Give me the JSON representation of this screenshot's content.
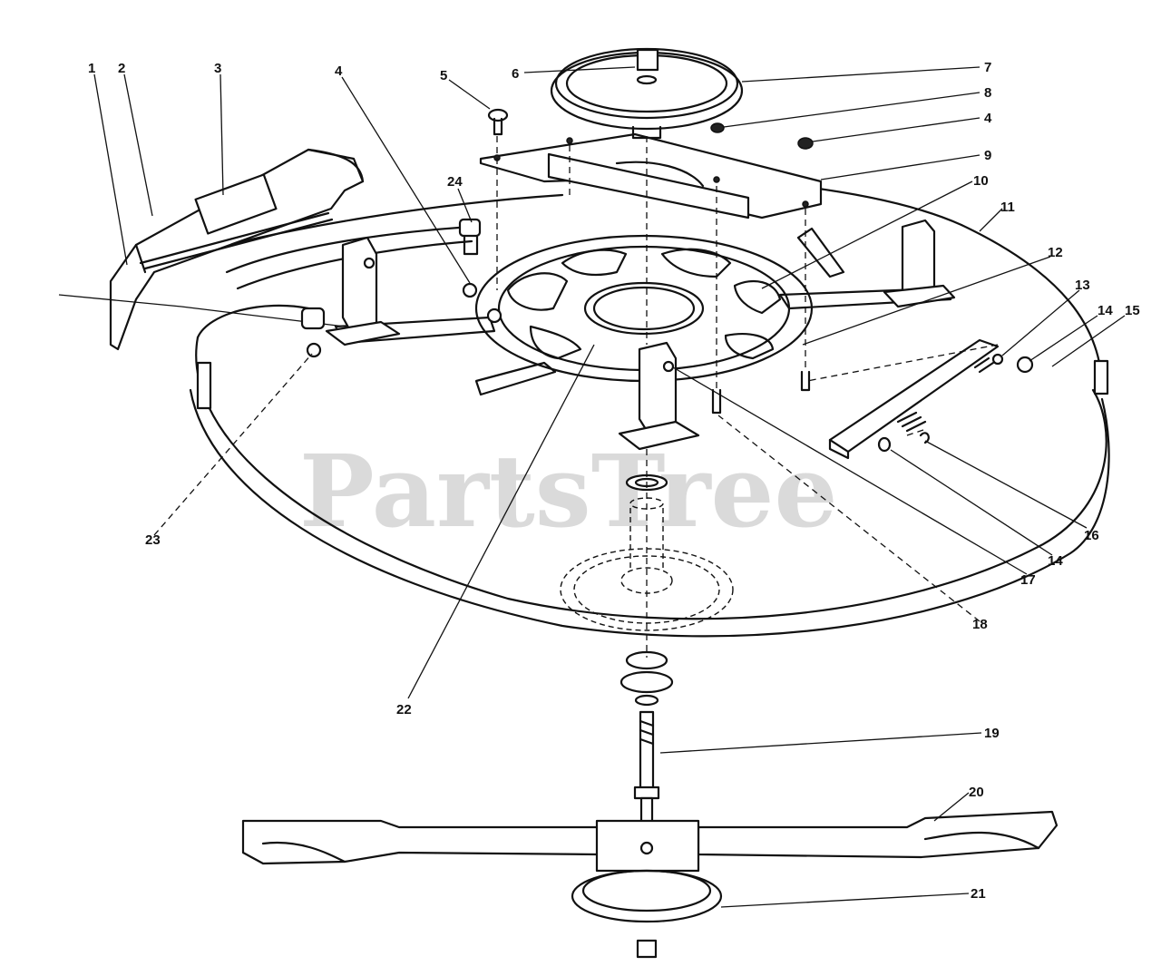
{
  "watermark": "PartsTree",
  "callouts": [
    "1",
    "2",
    "3",
    "4",
    "5",
    "6",
    "7",
    "8",
    "4",
    "9",
    "10",
    "11",
    "12",
    "13",
    "14",
    "15",
    "16",
    "14",
    "17",
    "18",
    "19",
    "20",
    "21",
    "22",
    "23",
    "24"
  ]
}
